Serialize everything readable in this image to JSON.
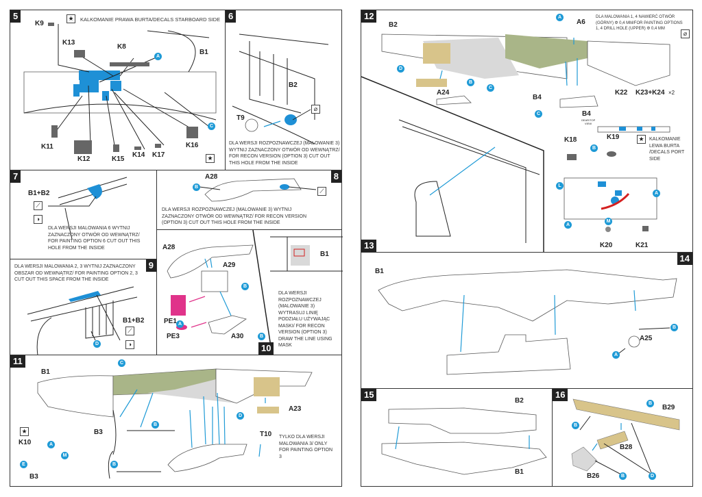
{
  "colors": {
    "callout": "#1e9ad6",
    "highlight": "#1e90d6",
    "tan": "#d8c48a",
    "green": "#a9b588",
    "grey": "#d9d9d9",
    "pink": "#e0338a",
    "red": "#d42020"
  },
  "icons": {
    "decal": "star-icon",
    "cut": "knife-icon",
    "drill": "drill-icon",
    "option": "half-circle-icon"
  },
  "p5": {
    "step": "5",
    "title": "KALKOMANIE PRAWA BURTA/DECALS STARBOARD SIDE",
    "labels": [
      "K9",
      "K13",
      "K8",
      "B1",
      "K11",
      "K12",
      "K15",
      "K14",
      "K17",
      "K16"
    ],
    "callouts": [
      "A",
      "C"
    ]
  },
  "p6": {
    "step": "6",
    "labels": [
      "B2",
      "T9"
    ],
    "note": "DLA WERSJI ROZPOZNAWCZEJ (MALOWANIE 3) WYTNIJ ZAZNACZONY OTWÓR OD WEWNĄTRZ/ FOR RECON VERSION (OPTION 3) CUT OUT THIS HOLE FROM THE INSIDE"
  },
  "p7": {
    "step": "7",
    "labels": [
      "B1+B2"
    ],
    "note": "DLA WERSJI MALOWANIA 6 WYTNIJ ZAZNACZONY OTWÓR OD WEWNĄTRZ/ FOR PAINTING OPTION 6 CUT OUT THIS HOLE FROM THE INSIDE"
  },
  "p8": {
    "step": "8",
    "labels": [
      "A28"
    ],
    "callouts": [
      "B"
    ],
    "note": "DLA WERSJI ROZPOZNAWCZEJ (MALOWANIE 3) WYTNIJ ZAZNACZONY OTWÓR OD WEWNĄTRZ/ FOR RECON VERSION (OPTION 3) CUT OUT THIS HOLE FROM THE INSIDE"
  },
  "p9": {
    "step": "9",
    "labels": [
      "B1+B2"
    ],
    "callouts": [
      "D"
    ],
    "note": "DLA WERSJI MALOWANIA 2, 3 WYTNIJ ZAZNACZONY OBSZAR OD WEWNĄTRZ/ FOR PAINTING OPTION 2, 3 CUT OUT THIS SPACE FROM THE INSIDE"
  },
  "p10": {
    "step": "10",
    "labels": [
      "A28",
      "A29",
      "PE1",
      "PE3",
      "A30",
      "B1"
    ],
    "callouts": [
      "B",
      "A",
      "B"
    ],
    "note": "DLA WERSJI ROZPOZNAWCZEJ (MALOWANIE 3) WYTRASUJ LINIĘ PODZIAŁU UŻYWAJĄC MASKI/ FOR RECON VERSION (OPTION 3) DRAW THE LINE USING MASK"
  },
  "p11": {
    "step": "11",
    "labels": [
      "B1",
      "B3",
      "K10",
      "B3",
      "A23",
      "T10"
    ],
    "callouts": [
      "C",
      "B",
      "D",
      "A",
      "E",
      "M",
      "B"
    ],
    "note": "TYLKO DLA WERSJI MALOWANIA 3/ ONLY FOR PAINTING OPTION 3"
  },
  "p12": {
    "step": "12",
    "labels": [
      "B2",
      "A6",
      "A24",
      "B4",
      "K22",
      "K23+K24",
      "×2",
      "B4",
      "GEAR/TOP VIEW",
      "K18",
      "K19",
      "K20",
      "K21"
    ],
    "callouts": [
      "A",
      "D",
      "B",
      "C",
      "C",
      "B",
      "L",
      "A",
      "A",
      "M"
    ],
    "note": "DLA MALOWANIA 1, 4 NAWIERĆ OTWÓR (GÓRNY) Φ 0,4 mm/FOR PAINTING OPTIONS 1, 4 DRILL HOLE (UPPER) Φ 0,4 mm",
    "decal_title": "KALKOMANIE LEWA BURTA /DECALS PORT SIDE"
  },
  "p13": {
    "step": "13"
  },
  "p14": {
    "step": "14",
    "labels": [
      "B1",
      "A25"
    ],
    "callouts": [
      "B",
      "A"
    ]
  },
  "p15": {
    "step": "15",
    "labels": [
      "B2",
      "B1"
    ]
  },
  "p16": {
    "step": "16",
    "labels": [
      "B29",
      "B28",
      "B26"
    ],
    "callouts": [
      "B",
      "B",
      "B",
      "D"
    ]
  }
}
